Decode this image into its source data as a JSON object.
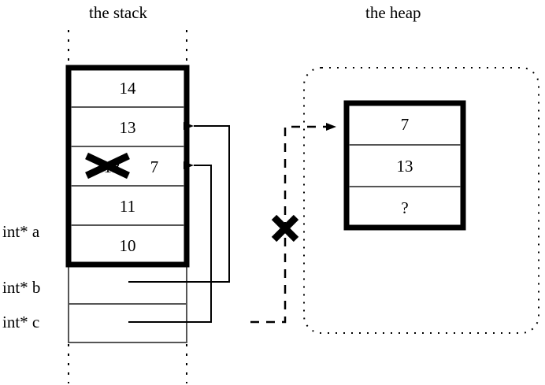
{
  "diagram": {
    "title_stack": "the stack",
    "title_heap": "the heap",
    "stack": {
      "cells": [
        {
          "value": "14",
          "struck": false,
          "note": ""
        },
        {
          "value": "13",
          "struck": false,
          "note": ""
        },
        {
          "value": "12",
          "struck": true,
          "note": "7"
        },
        {
          "value": "11",
          "struck": false,
          "note": ""
        },
        {
          "value": "10",
          "struck": false,
          "note": ""
        }
      ],
      "pointer_labels": [
        {
          "label": "int* a"
        },
        {
          "label": "int* b"
        },
        {
          "label": "int* c"
        }
      ]
    },
    "heap": {
      "cells": [
        {
          "value": "7"
        },
        {
          "value": "13"
        },
        {
          "value": "?"
        }
      ]
    },
    "marks": {
      "invalidated_pointer": "X",
      "invalidated_value": "X"
    },
    "colors": {
      "ink": "#000000",
      "thin_line": "#555555",
      "background": "#ffffff"
    }
  }
}
